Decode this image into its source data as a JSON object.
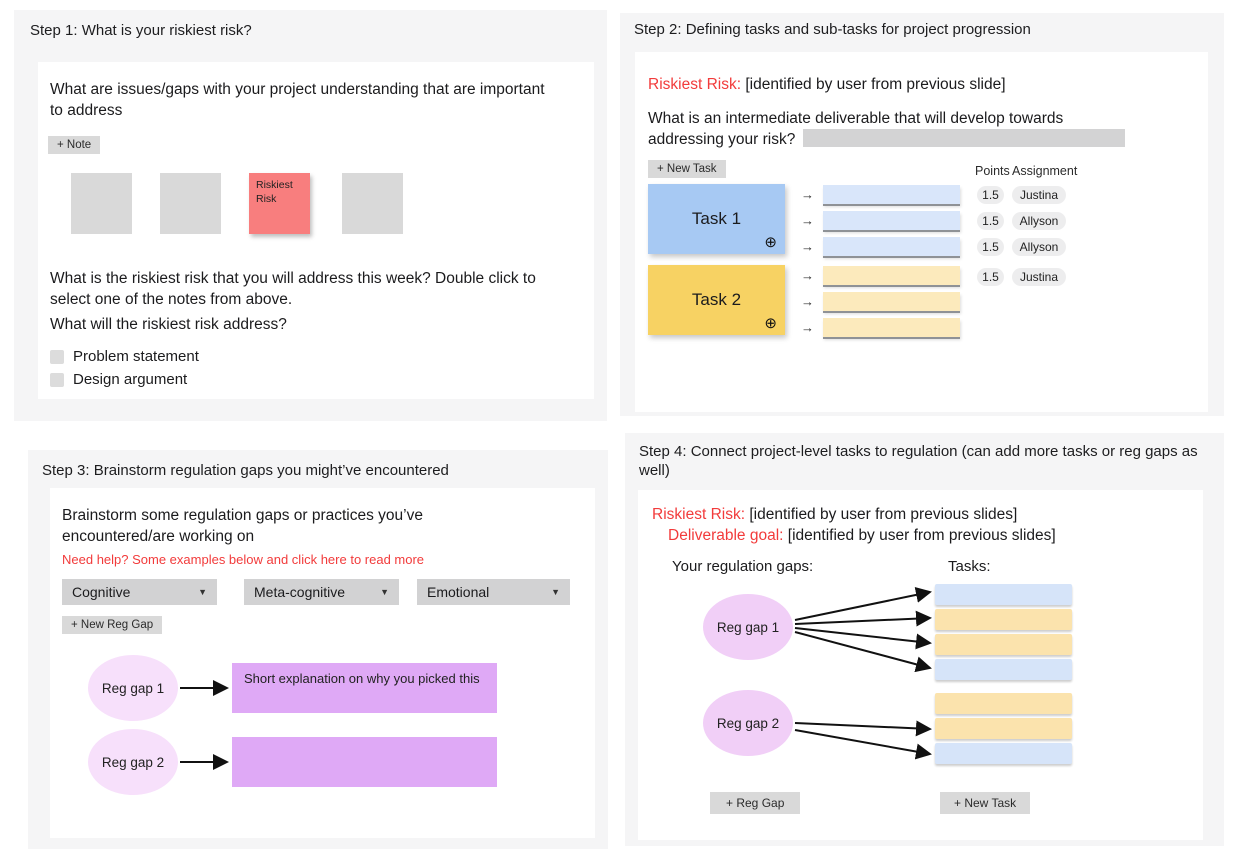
{
  "colors": {
    "panel_bg": "#f5f5f6",
    "card_bg": "#ffffff",
    "accent_red": "#f23b3b",
    "note_gray": "#d9d9d9",
    "note_red": "#f87e7e",
    "task_blue": "#a7c9f3",
    "subtask_blue": "#d9e6fa",
    "task_yellow": "#f7d263",
    "subtask_yellow": "#fceabc",
    "gap_ellipse_purple": "#f1cff7",
    "explanation_purple": "#dfa9f6"
  },
  "step1": {
    "title": "Step 1: What is your riskiest risk?",
    "question1": "What are issues/gaps with your project understanding that are important to address",
    "note_button": "+ Note",
    "notes": [
      {
        "label": ""
      },
      {
        "label": ""
      },
      {
        "label": "Riskiest Risk"
      },
      {
        "label": ""
      }
    ],
    "question2": "What is the riskiest risk that you will address this week? Double click to select one of the notes from above.",
    "question3": "What will the riskiest risk address?",
    "checkboxes": [
      {
        "label": "Problem statement"
      },
      {
        "label": "Design argument"
      }
    ]
  },
  "step2": {
    "title": "Step 2: Defining tasks and sub-tasks for project progression",
    "risk_label": "Riskiest Risk:",
    "risk_value": "[identified by user from previous slide]",
    "question_line1": "What is an intermediate deliverable that will develop towards",
    "question_line2": "addressing your risk?",
    "new_task_button": "+ New Task",
    "points_header": "Points",
    "assignment_header": "Assignment",
    "task1_label": "Task 1",
    "task2_label": "Task 2",
    "plus_icon": "⊕",
    "arrow_icon": "→",
    "rows": [
      {
        "points": "1.5",
        "assignee": "Justina"
      },
      {
        "points": "1.5",
        "assignee": "Allyson"
      },
      {
        "points": "1.5",
        "assignee": "Allyson"
      },
      {
        "points": "1.5",
        "assignee": "Justina"
      }
    ]
  },
  "step3": {
    "title": "Step 3: Brainstorm regulation gaps you might’ve encountered",
    "question": "Brainstorm some regulation gaps or practices you’ve encountered/are working on",
    "help_text": "Need help? Some examples below and click here to read more",
    "dropdowns": [
      {
        "value": "Cognitive"
      },
      {
        "value": "Meta-cognitive"
      },
      {
        "value": "Emotional"
      }
    ],
    "new_reg_gap_button": "+ New Reg Gap",
    "gap1_label": "Reg gap 1",
    "gap1_explanation": "Short explanation on why you picked this",
    "gap2_label": "Reg gap 2"
  },
  "step4": {
    "title": "Step 4: Connect project-level tasks to regulation (can add more tasks or reg gaps as well)",
    "risk_label": "Riskiest Risk:",
    "risk_value": "[identified by user from previous slides]",
    "deliverable_label": "Deliverable goal:",
    "deliverable_value": "[identified by user from previous slides]",
    "gaps_header": "Your regulation gaps:",
    "tasks_header": "Tasks:",
    "gap1_label": "Reg gap 1",
    "gap2_label": "Reg gap 2",
    "reg_gap_button": "+ Reg Gap",
    "new_task_button": "+ New Task"
  }
}
